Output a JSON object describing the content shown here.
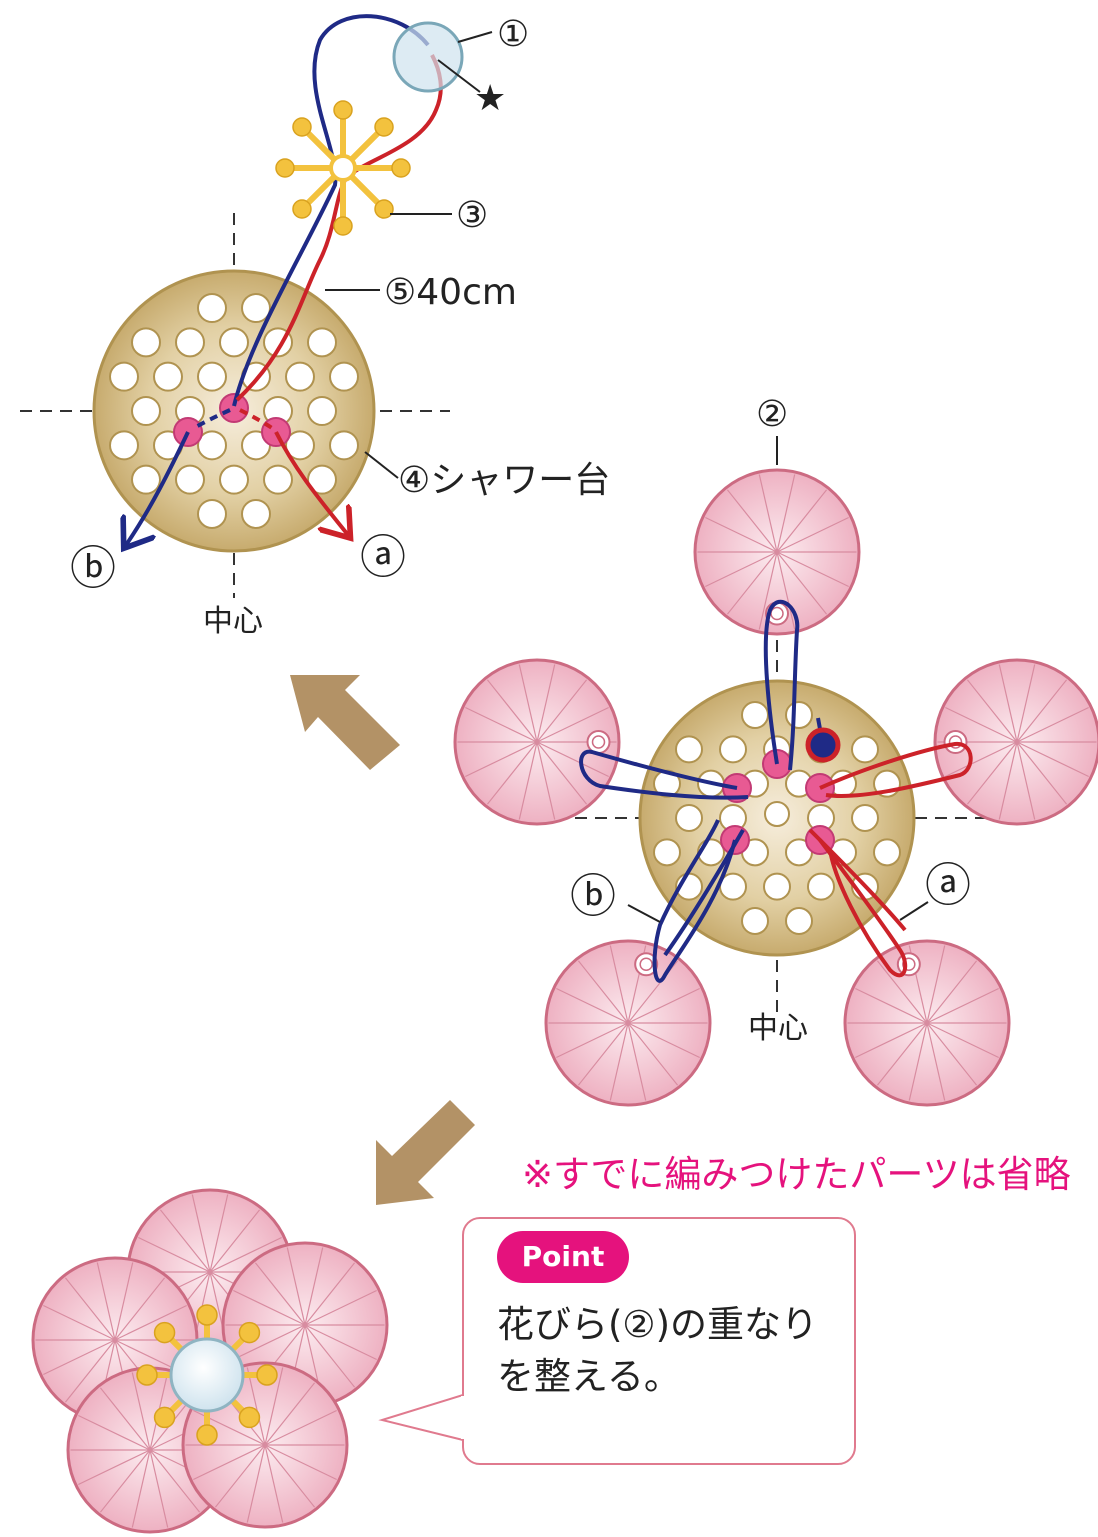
{
  "labels": {
    "bead1": "①",
    "star": "★",
    "bead3": "③",
    "wire5": "⑤40cm",
    "base4": "④シャワー台",
    "petal2": "②",
    "end_a": "ⓐ",
    "end_b": "ⓑ",
    "center": "中心"
  },
  "note": "※すでに編みつけたパーツは省略",
  "point": {
    "badge": "Point",
    "line1": "花びら(②)の重なり",
    "line2": "を整える。"
  },
  "colors": {
    "wire_red": "#cc2229",
    "wire_blue": "#1f2a86",
    "base_fill": "#d8c48f",
    "base_edge": "#b09350",
    "hole_pink": "#e85a93",
    "petal_fill": "#f4c6d2",
    "petal_edge": "#cc6b82",
    "stamen": "#f3c23e",
    "arrow": "#b39266",
    "accent_pink": "#e5127d"
  }
}
